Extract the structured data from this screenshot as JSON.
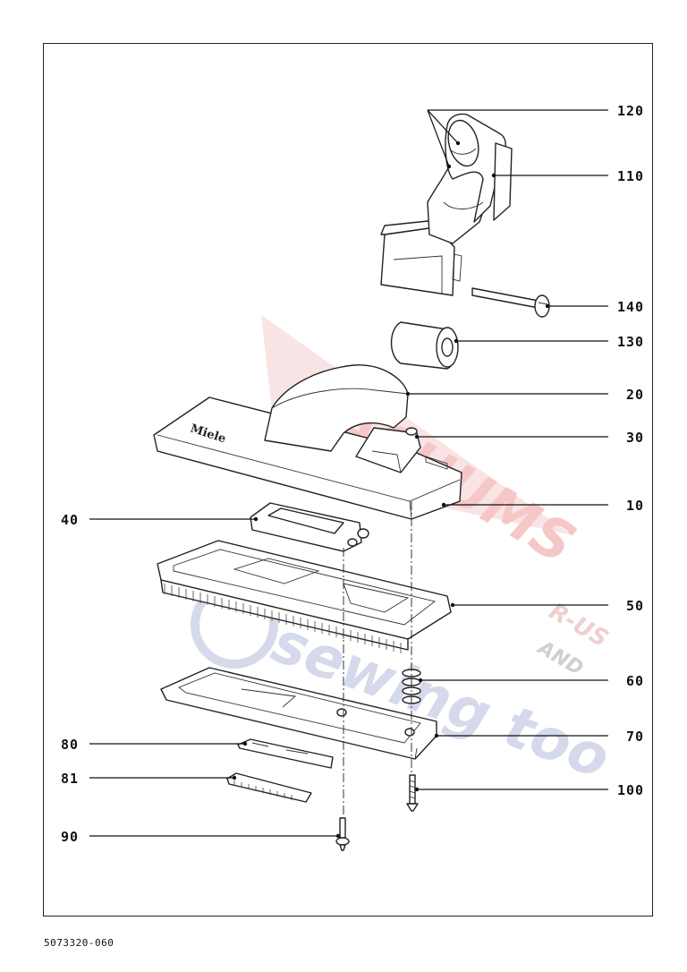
{
  "drawing_number": "5073320-060",
  "brand_mark": "Miele",
  "watermark": {
    "main": "VACUUMS",
    "suffix": "R-US",
    "and": "AND",
    "sub": "sewing too",
    "main_color": "#e23b3b",
    "sub_color": "#6b79b8"
  },
  "parts": [
    {
      "id": "120",
      "label": "120"
    },
    {
      "id": "110",
      "label": "110"
    },
    {
      "id": "140",
      "label": "140"
    },
    {
      "id": "130",
      "label": "130"
    },
    {
      "id": "20",
      "label": "20"
    },
    {
      "id": "30",
      "label": "30"
    },
    {
      "id": "10",
      "label": "10"
    },
    {
      "id": "40",
      "label": "40"
    },
    {
      "id": "50",
      "label": "50"
    },
    {
      "id": "60",
      "label": "60"
    },
    {
      "id": "70",
      "label": "70"
    },
    {
      "id": "80",
      "label": "80"
    },
    {
      "id": "81",
      "label": "81"
    },
    {
      "id": "100",
      "label": "100"
    },
    {
      "id": "90",
      "label": "90"
    }
  ]
}
